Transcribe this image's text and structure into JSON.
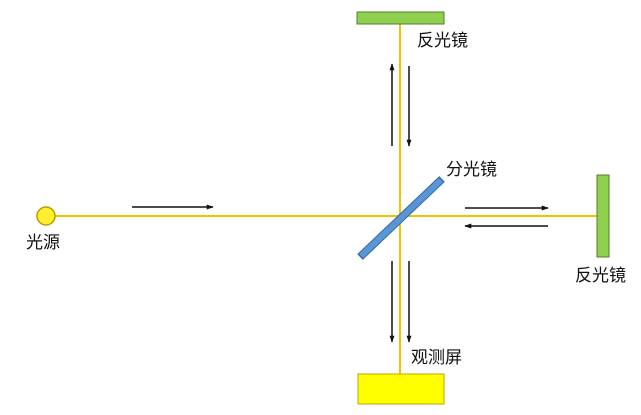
{
  "labels": {
    "light_source": "光源",
    "top_mirror": "反光镜",
    "beam_splitter": "分光镜",
    "right_mirror": "反光镜",
    "screen": "观测屏"
  },
  "colors": {
    "beam": "#f2c200",
    "mirror_fill": "#8fd14f",
    "mirror_stroke": "#4f7f2a",
    "splitter_fill": "#5a95d6",
    "splitter_stroke": "#2f6aa8",
    "screen_fill": "#ffff00",
    "screen_stroke": "#b8a800",
    "source_fill": "#ffef2e",
    "source_stroke": "#b79e00",
    "arrow": "#111111"
  }
}
